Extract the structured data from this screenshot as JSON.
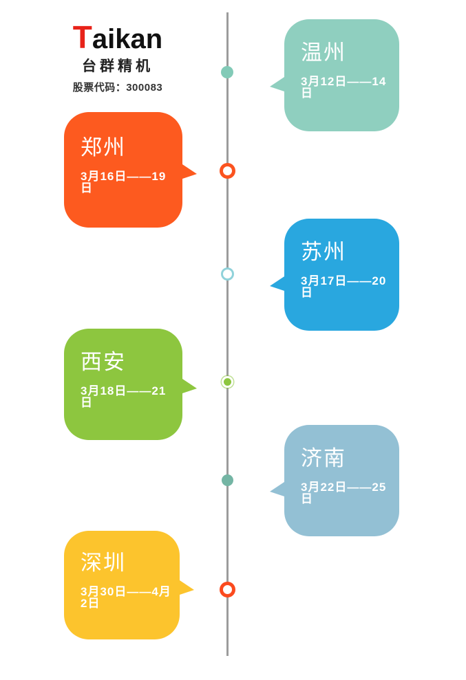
{
  "brand": {
    "name": "Taikan",
    "name_initial": "T",
    "name_rest": "aikan",
    "name_zh": "台群精机",
    "stock": "股票代码：300083",
    "logo_accent_color": "#e8231a"
  },
  "timeline": {
    "line_color": "#9c9c9c",
    "events": [
      {
        "city": "温州",
        "dates": "3月12日——14日",
        "side": "right",
        "color": "#8fcfbf"
      },
      {
        "city": "郑州",
        "dates": "3月16日——19日",
        "side": "left",
        "color": "#fd5a1f"
      },
      {
        "city": "苏州",
        "dates": "3月17日——20日",
        "side": "right",
        "color": "#29a7df"
      },
      {
        "city": "西安",
        "dates": "3月18日——21日",
        "side": "left",
        "color": "#8dc63f"
      },
      {
        "city": "济南",
        "dates": "3月22日——25日",
        "side": "right",
        "color": "#93c0d4"
      },
      {
        "city": "深圳",
        "dates": "3月30日——4月2日",
        "side": "left",
        "color": "#fcc42d"
      }
    ],
    "dots": [
      {
        "style": "solid",
        "color": "#82cab7"
      },
      {
        "style": "ring",
        "color": "#fb531f"
      },
      {
        "style": "ring-thin",
        "color": "#90d2da"
      },
      {
        "style": "solid-ringed",
        "color": "#8dc63f"
      },
      {
        "style": "solid",
        "color": "#74b5a4"
      },
      {
        "style": "ring",
        "color": "#fb4a1e"
      }
    ]
  }
}
